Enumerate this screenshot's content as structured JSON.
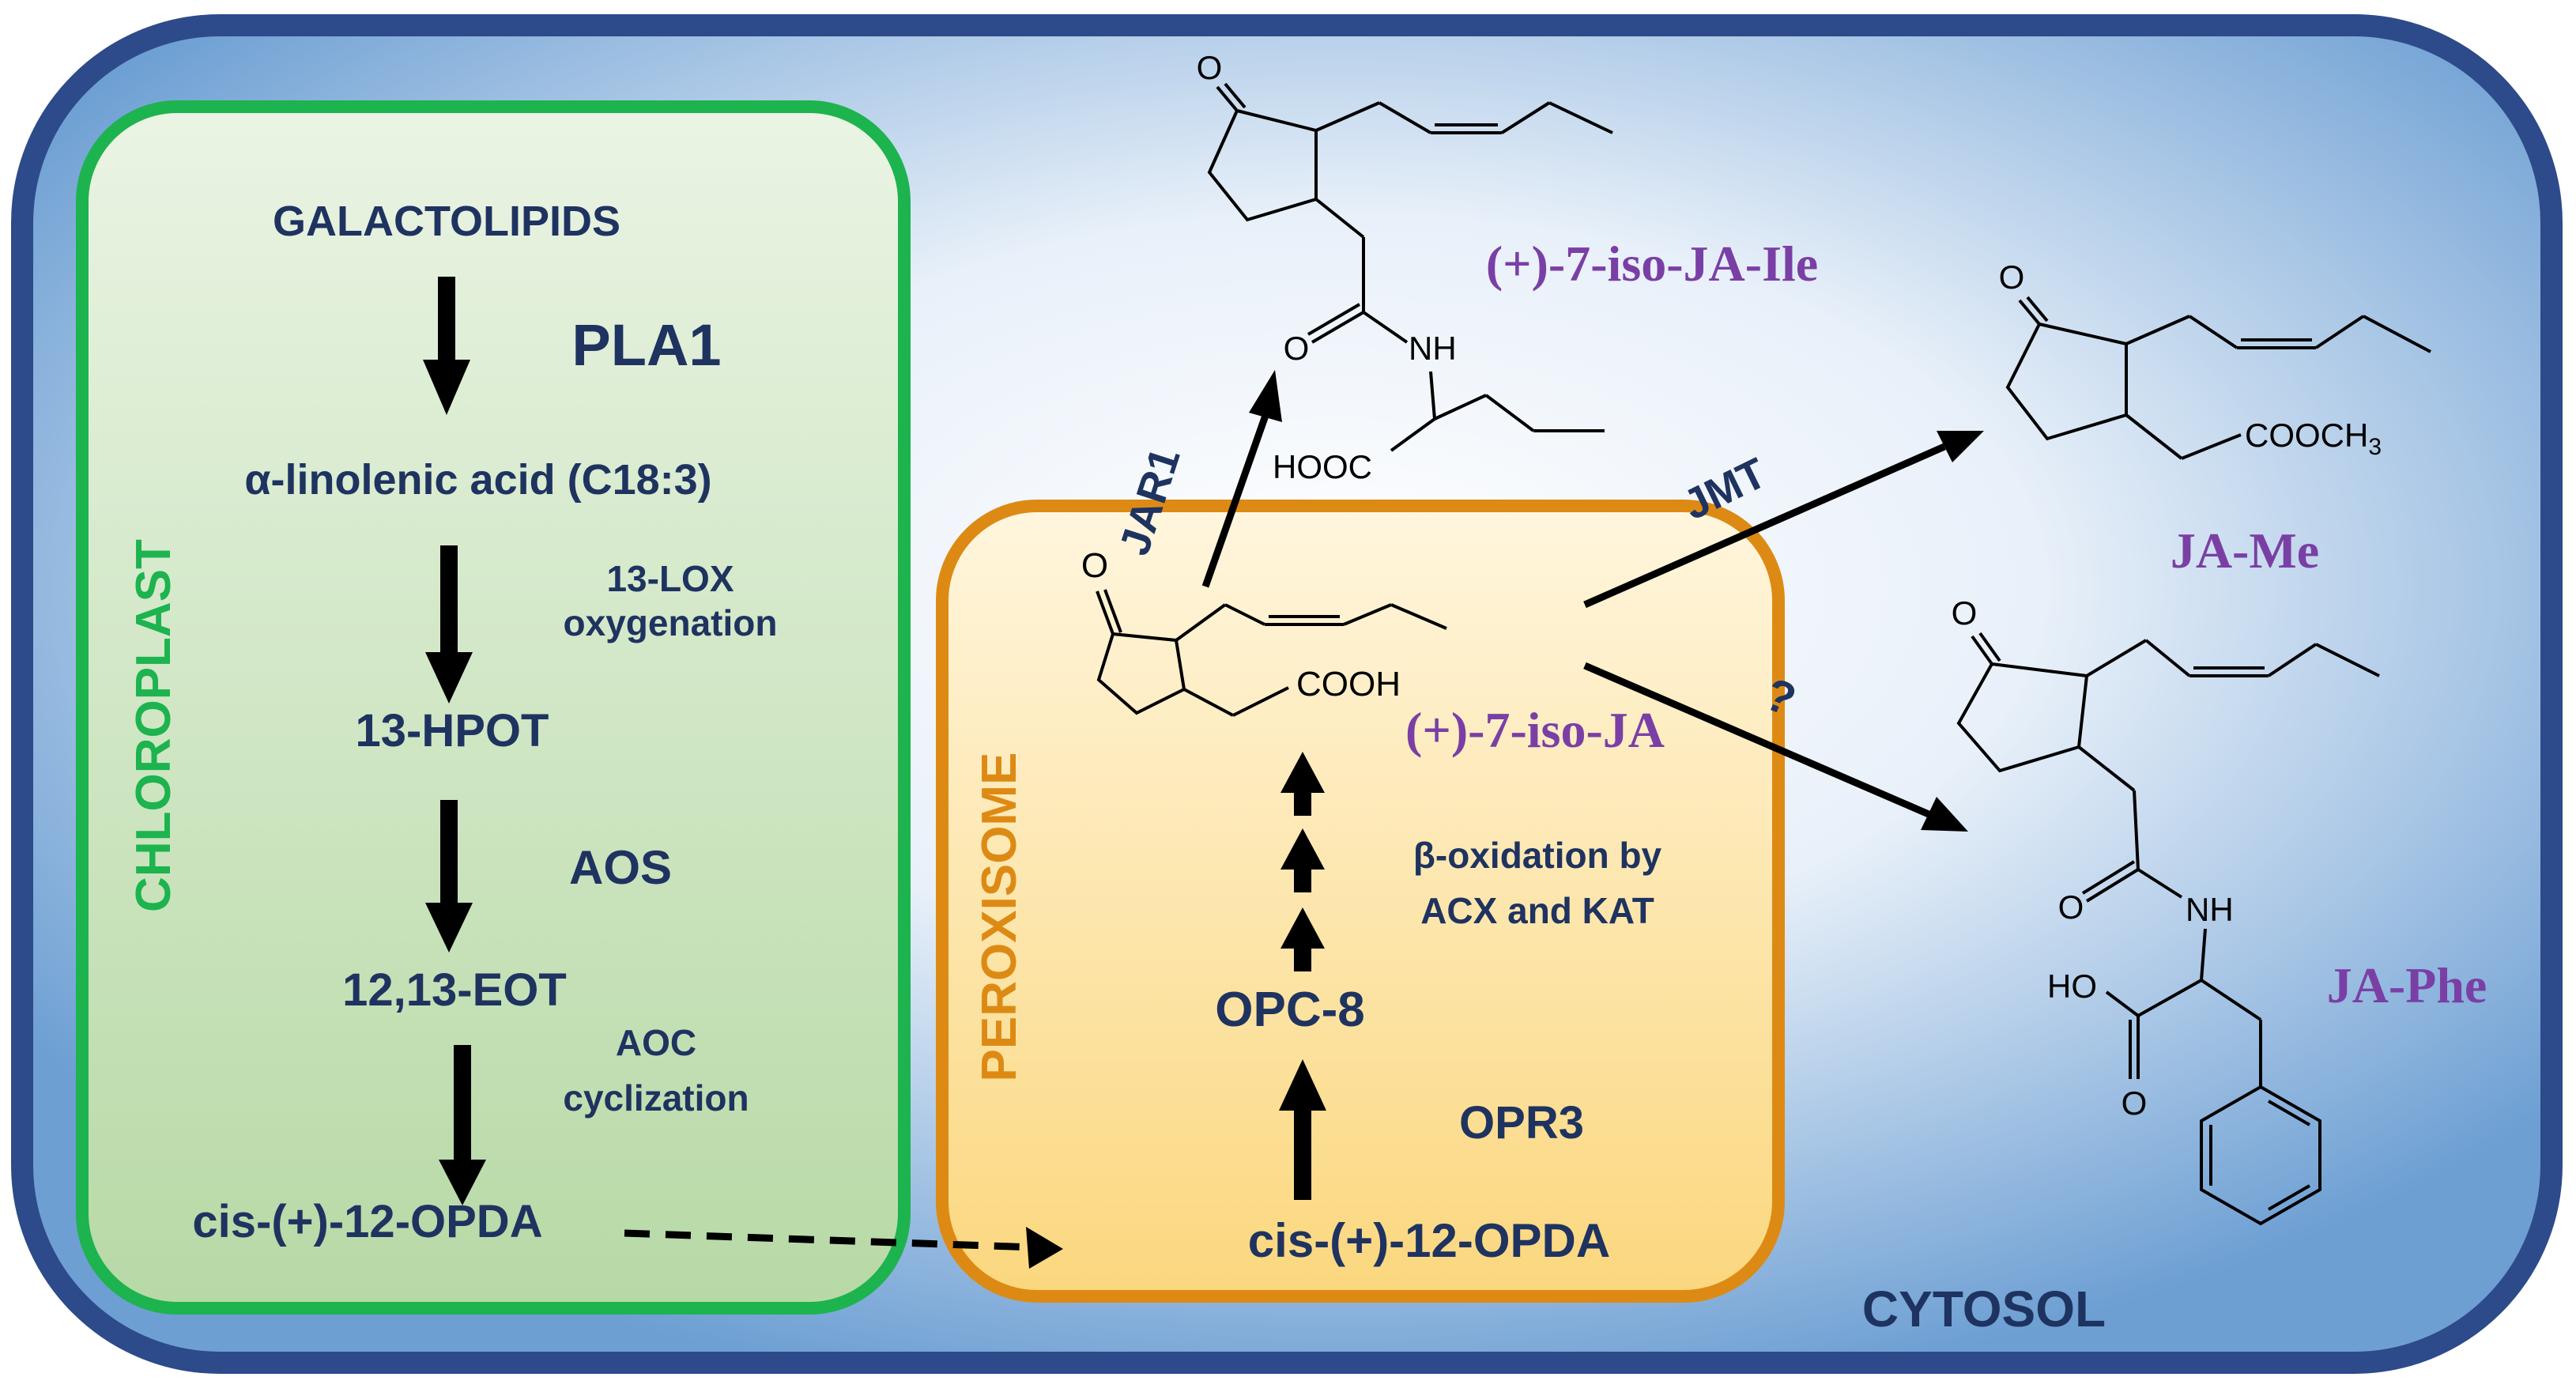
{
  "colors": {
    "cell_border": "#2d4a8a",
    "chloroplast_border": "#1db34e",
    "peroxisome_border": "#dd8a14",
    "text_dark": "#1f3360",
    "text_green": "#1db34e",
    "text_orange": "#dd8a14",
    "text_purple": "#7a3fa5"
  },
  "compartments": {
    "chloroplast": "CHLOROPLAST",
    "peroxisome": "PEROXISOME",
    "cytosol": "CYTOSOL"
  },
  "chloroplast_steps": {
    "galactolipids": "GALACTOLIPIDS",
    "pla1": "PLA1",
    "linolenic": "α-linolenic acid (C18:3)",
    "lox_1": "13-LOX",
    "lox_2": "oxygenation",
    "hpot": "13-HPOT",
    "aos": "AOS",
    "eot": "12,13-EOT",
    "aoc_1": "AOC",
    "aoc_2": "cyclization",
    "opda": "cis-(+)-12-OPDA"
  },
  "peroxisome_steps": {
    "opda": "cis-(+)-12-OPDA",
    "opr3": "OPR3",
    "opc8": "OPC-8",
    "beta_1": "β-oxidation by",
    "beta_2": "ACX and KAT",
    "ja": "(+)-7-iso-JA",
    "cooh": "COOH",
    "o": "O"
  },
  "cytosol_products": {
    "jar1": "JAR1",
    "ja_ile": "(+)-7-iso-JA-Ile",
    "ja_ile_o": "O",
    "ja_ile_o2": "O",
    "ja_ile_nh": "NH",
    "ja_ile_hooc": "HOOC",
    "jmt": "JMT",
    "ja_me": "JA-Me",
    "ja_me_o": "O",
    "ja_me_ester": "COOCH",
    "ja_me_sub": "3",
    "question": "?",
    "ja_phe": "JA-Phe",
    "ja_phe_o": "O",
    "ja_phe_o2": "O",
    "ja_phe_o3": "O",
    "ja_phe_nh": "NH",
    "ja_phe_ho": "HO"
  }
}
